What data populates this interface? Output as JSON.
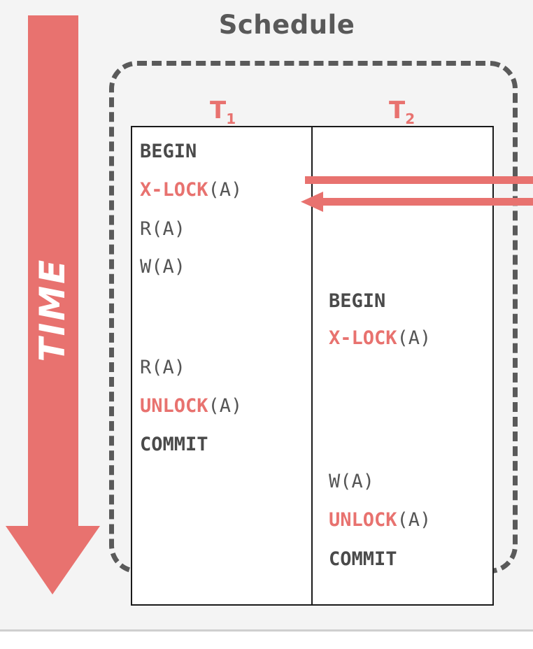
{
  "diagram": {
    "title": "Schedule",
    "time_label": "TIME",
    "columns": [
      {
        "label": "T",
        "subscript": "1"
      },
      {
        "label": "T",
        "subscript": "2"
      }
    ],
    "t1_ops": [
      {
        "text": "BEGIN"
      },
      {
        "keyword": "X-LOCK",
        "arg": "(A)"
      },
      {
        "text": "R(A)"
      },
      {
        "text": "W(A)"
      },
      {
        "text": "R(A)"
      },
      {
        "keyword": "UNLOCK",
        "arg": "(A)"
      },
      {
        "text": "COMMIT"
      }
    ],
    "t2_ops": [
      {
        "text": "BEGIN"
      },
      {
        "keyword": "X-LOCK",
        "arg": "(A)"
      },
      {
        "text": "W(A)"
      },
      {
        "keyword": "UNLOCK",
        "arg": "(A)"
      },
      {
        "text": "COMMIT"
      }
    ],
    "colors": {
      "accent": "#e8726f",
      "text": "#555555",
      "border": "#5a5a5a"
    }
  }
}
